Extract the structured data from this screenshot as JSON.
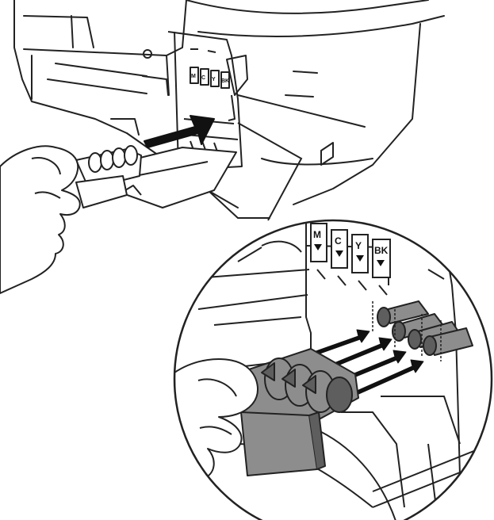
{
  "colors": {
    "line": "#222222",
    "paper": "#ffffff",
    "part_gray": "#8d8d8d",
    "part_dark": "#5e5e5e",
    "arrow": "#111111"
  },
  "top_labels": [
    "M",
    "C",
    "Y",
    "BK"
  ],
  "zoom_labels": [
    "M",
    "C",
    "Y",
    "BK"
  ],
  "icons": {
    "main_arrow": "insert-arrow-icon",
    "small_arrows": "insert-direction-arrows-icon"
  }
}
